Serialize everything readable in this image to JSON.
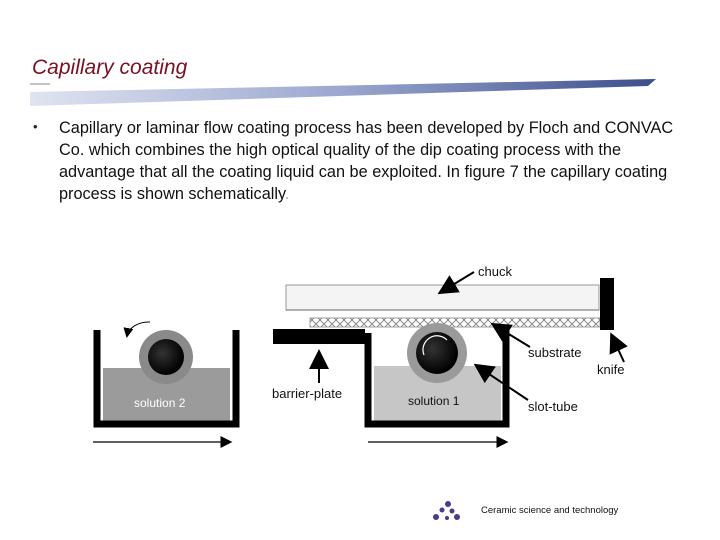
{
  "slide": {
    "title": "Capillary coating",
    "bullet_marker": "•",
    "body": "Capillary or laminar flow coating process has been developed by Floch and CONVAC Co. which combines the high optical quality of the dip coating process with the advantage that all the coating liquid can be exploited. In figure 7 the capillary coating process is shown schematically",
    "body_end": ".",
    "footer": "Ceramic science and technology"
  },
  "figure": {
    "labels": {
      "chuck": "chuck",
      "substrate": "substrate",
      "knife": "knife",
      "barrier_plate": "barrier-plate",
      "solution1": "solution 1",
      "solution2": "solution 2",
      "slot_tube": "slot-tube"
    }
  },
  "colors": {
    "title": "#7a1020",
    "accent_bar_dark": "#3c4f8c",
    "accent_bar_light": "#b7c0dc",
    "solution_fill": "#9b9b9b",
    "solution1_fill": "#c6c6c6"
  }
}
